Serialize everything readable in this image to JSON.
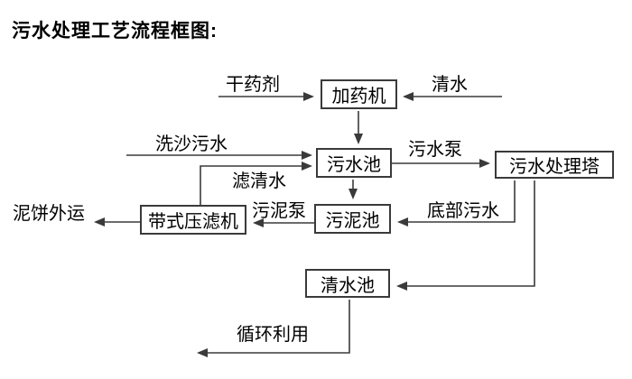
{
  "title": "污水处理工艺流程框图:",
  "nodes": {
    "dosing_machine": {
      "label": "加药机"
    },
    "sewage_pool": {
      "label": "污水池"
    },
    "treatment_tower": {
      "label": "污水处理塔"
    },
    "sludge_pool": {
      "label": "污泥池"
    },
    "belt_filter_press": {
      "label": "带式压滤机"
    },
    "clear_water_pool": {
      "label": "清水池"
    }
  },
  "labels": {
    "dry_chemical": "干药剂",
    "clear_water": "清水",
    "sand_washing_sewage": "洗沙污水",
    "sewage_pump": "污水泵",
    "filtered_water": "滤清水",
    "sludge_pump": "污泥泵",
    "bottom_sewage": "底部污水",
    "mud_cake_out": "泥饼外运",
    "recycle_use": "循环利用"
  },
  "edges": [
    {
      "from": "dry_chemical_inlet",
      "to": "dosing_machine",
      "label": "干药剂"
    },
    {
      "from": "clear_water_inlet",
      "to": "dosing_machine",
      "label": "清水"
    },
    {
      "from": "dosing_machine",
      "to": "sewage_pool",
      "label": ""
    },
    {
      "from": "sand_washing_inlet",
      "to": "sewage_pool",
      "label": "洗沙污水"
    },
    {
      "from": "belt_filter_press",
      "to": "sewage_pool",
      "label": "滤清水"
    },
    {
      "from": "sewage_pool",
      "to": "treatment_tower",
      "label": "污水泵"
    },
    {
      "from": "sewage_pool",
      "to": "sludge_pool",
      "label": ""
    },
    {
      "from": "treatment_tower",
      "to": "sludge_pool",
      "label": "底部污水"
    },
    {
      "from": "sludge_pool",
      "to": "belt_filter_press",
      "label": "污泥泵"
    },
    {
      "from": "belt_filter_press",
      "to": "offsite",
      "label": "泥饼外运"
    },
    {
      "from": "treatment_tower",
      "to": "clear_water_pool",
      "label": ""
    },
    {
      "from": "clear_water_pool",
      "to": "reuse_outlet",
      "label": "循环利用"
    }
  ],
  "colors": {
    "line": "#3a3a3a",
    "text": "#000000",
    "background": "#ffffff"
  }
}
